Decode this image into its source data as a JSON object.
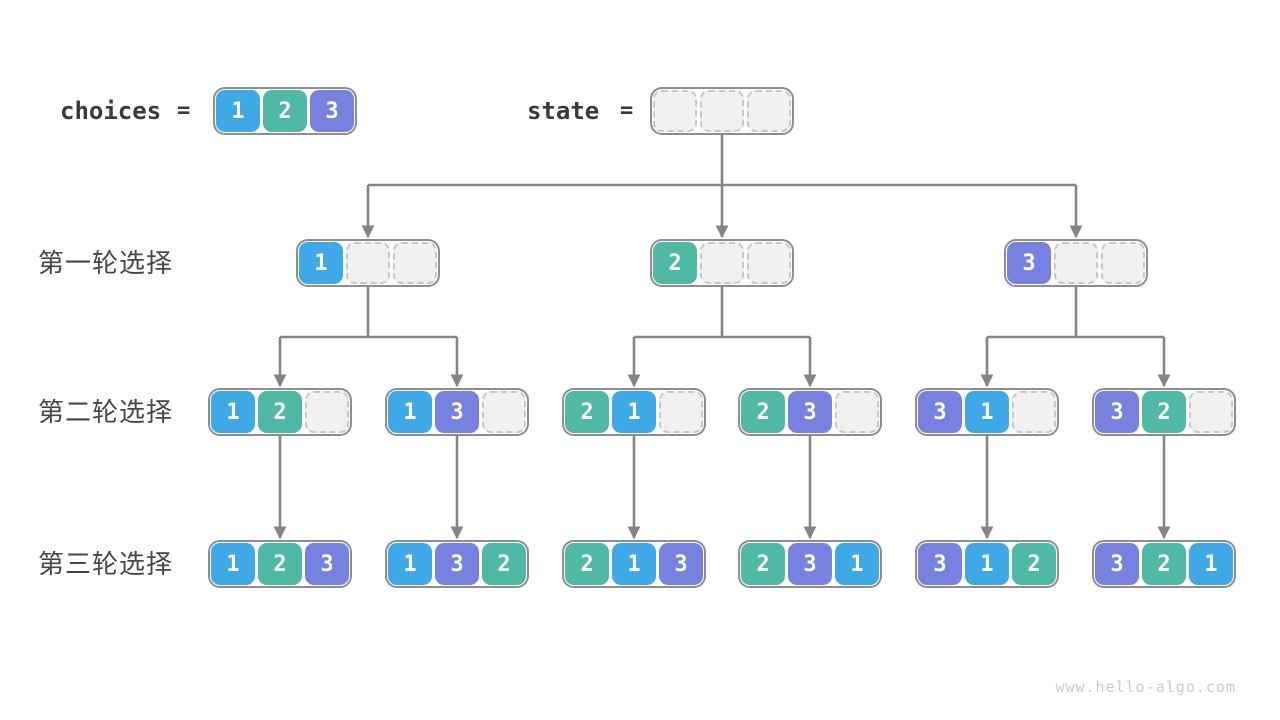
{
  "colors": {
    "cell1": "#3FA8E6",
    "cell2": "#50B9A6",
    "cell3": "#7781DF",
    "arrow": "#858585"
  },
  "header": {
    "choices_label": "choices",
    "choices_equals": "=",
    "choices_cells": [
      1,
      2,
      3
    ],
    "state_label": "state",
    "state_equals": "=",
    "state_cells": [
      null,
      null,
      null
    ]
  },
  "rows": [
    {
      "label": "第一轮选择",
      "boxes": [
        [
          1,
          null,
          null
        ],
        [
          2,
          null,
          null
        ],
        [
          3,
          null,
          null
        ]
      ]
    },
    {
      "label": "第二轮选择",
      "boxes": [
        [
          1,
          2,
          null
        ],
        [
          1,
          3,
          null
        ],
        [
          2,
          1,
          null
        ],
        [
          2,
          3,
          null
        ],
        [
          3,
          1,
          null
        ],
        [
          3,
          2,
          null
        ]
      ]
    },
    {
      "label": "第三轮选择",
      "boxes": [
        [
          1,
          2,
          3
        ],
        [
          1,
          3,
          2
        ],
        [
          2,
          1,
          3
        ],
        [
          2,
          3,
          1
        ],
        [
          3,
          1,
          2
        ],
        [
          3,
          2,
          1
        ]
      ]
    }
  ],
  "footer": {
    "watermark": "www.hello-algo.com"
  }
}
